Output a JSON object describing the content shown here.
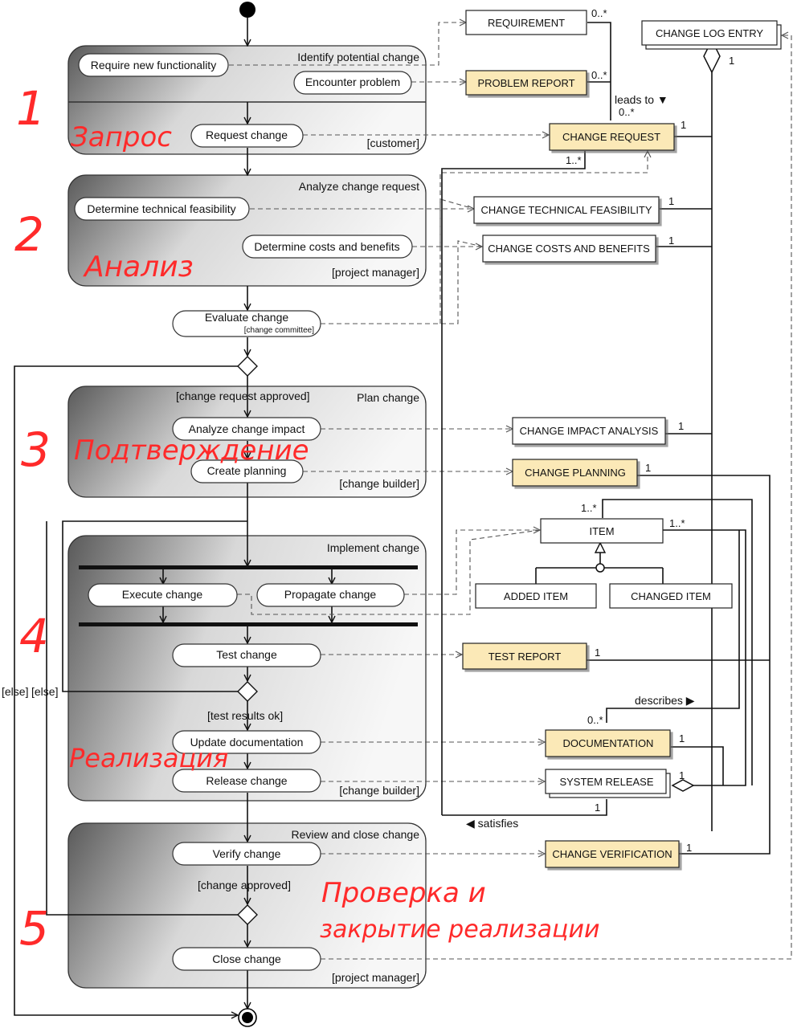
{
  "swimlanes": [
    {
      "title": "Identify potential change",
      "role": "[customer]"
    },
    {
      "title": "Analyze change request",
      "role": "[project manager]"
    },
    {
      "title": "Plan change",
      "role": "[change builder]"
    },
    {
      "title": "Implement change",
      "role": "[change builder]"
    },
    {
      "title": "Review and close change",
      "role": "[project manager]"
    }
  ],
  "activities": {
    "require_new_functionality": "Require new functionality",
    "encounter_problem": "Encounter problem",
    "request_change": "Request change",
    "determine_technical_feasibility": "Determine technical feasibility",
    "determine_costs_and_benefits": "Determine costs and benefits",
    "evaluate_change": "Evaluate change",
    "evaluate_change_role": "[change committee]",
    "analyze_change_impact": "Analyze change impact",
    "create_planning": "Create planning",
    "execute_change": "Execute change",
    "propagate_change": "Propagate change",
    "test_change": "Test change",
    "update_documentation": "Update documentation",
    "release_change": "Release change",
    "verify_change": "Verify change",
    "close_change": "Close change"
  },
  "guards": {
    "change_request_approved": "[change request approved]",
    "else_outer": "[else]",
    "else_inner": "[else]",
    "test_results_ok": "[test results ok]",
    "change_approved": "[change approved]"
  },
  "concepts": {
    "requirement": "REQUIREMENT",
    "change_log_entry": "CHANGE LOG ENTRY",
    "problem_report": "PROBLEM REPORT",
    "change_request": "CHANGE REQUEST",
    "change_technical_feasibility": "CHANGE TECHNICAL FEASIBILITY",
    "change_costs_and_benefits": "CHANGE COSTS AND BENEFITS",
    "change_impact_analysis": "CHANGE IMPACT ANALYSIS",
    "change_planning": "CHANGE PLANNING",
    "item": "ITEM",
    "added_item": "ADDED ITEM",
    "changed_item": "CHANGED ITEM",
    "test_report": "TEST REPORT",
    "documentation": "DOCUMENTATION",
    "system_release": "SYSTEM RELEASE",
    "change_verification": "CHANGE VERIFICATION"
  },
  "association_labels": {
    "leads_to": "leads to ▼",
    "describes": "describes ▶",
    "satisfies": "◀  satisfies"
  },
  "multiplicities": {
    "requirement_many": "0..*",
    "problem_report_many": "0..*",
    "change_request_many": "0..*",
    "change_request_one": "1",
    "change_request_one_many": "1..*",
    "log_entry_one": "1",
    "feasibility_one": "1",
    "costs_one": "1",
    "impact_one": "1",
    "planning_one": "1",
    "item_left": "1..*",
    "item_right": "1..*",
    "test_report_one": "1",
    "documentation_many": "0..*",
    "documentation_one": "1",
    "system_release_one": "1",
    "system_release_bottom": "1",
    "verification_one": "1"
  },
  "annotations": {
    "n1": "1",
    "n2": "2",
    "n3": "3",
    "n4": "4",
    "n5": "5",
    "request": "Запрос",
    "analysis": "Анализ",
    "approval": "Подтверждение",
    "implementation": "Реализация",
    "review_line1": "Проверка и",
    "review_line2": "закрытие реализации"
  },
  "colors": {
    "highlight": "#fbe9b7",
    "annotation": "#ff2a2a",
    "lane_dark": "#5a5a5a",
    "lane_light": "#f7f7f7"
  }
}
